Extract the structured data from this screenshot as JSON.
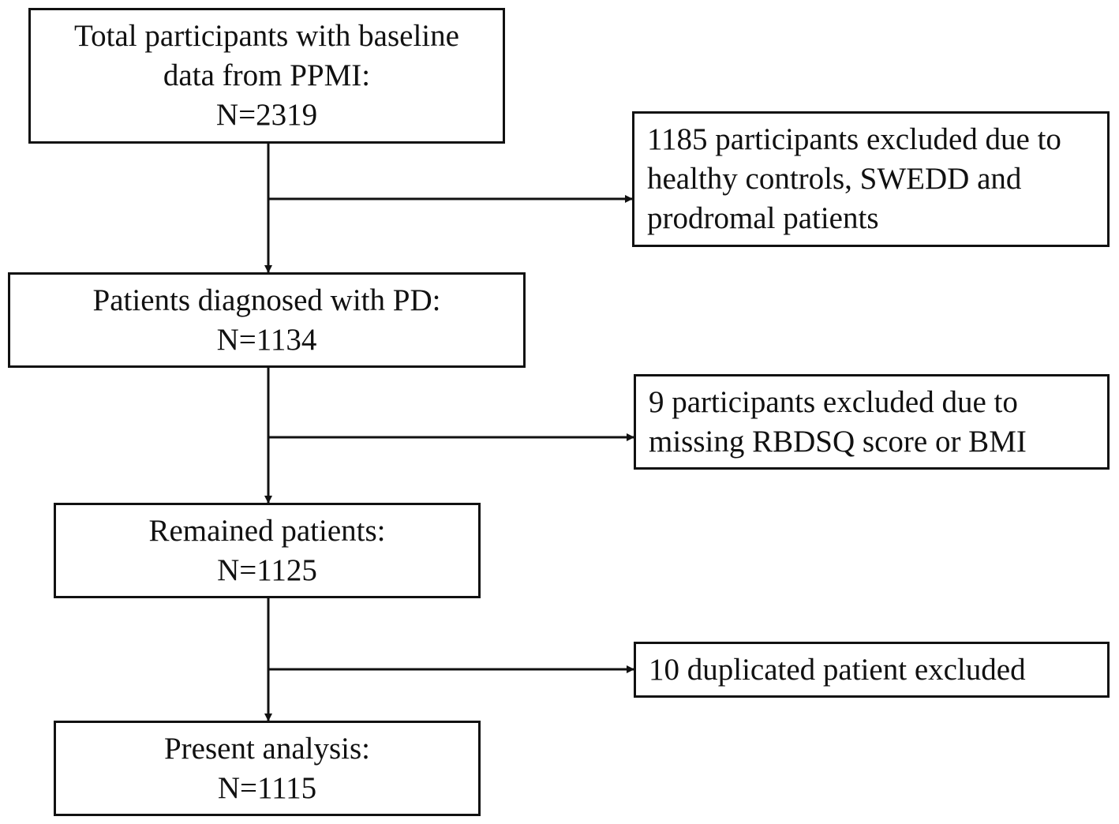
{
  "flowchart": {
    "main_steps": [
      {
        "lines": [
          "Total participants with baseline",
          "data from PPMI:",
          "N=2319"
        ]
      },
      {
        "lines": [
          "Patients diagnosed with PD:",
          "N=1134"
        ]
      },
      {
        "lines": [
          "Remained patients:",
          "N=1125"
        ]
      },
      {
        "lines": [
          "Present analysis:",
          "N=1115"
        ]
      }
    ],
    "exclusions": [
      {
        "lines": [
          "1185 participants excluded due to",
          "healthy controls, SWEDD and",
          "prodromal patients"
        ]
      },
      {
        "lines": [
          "9 participants excluded due to",
          "missing RBDSQ score or BMI"
        ]
      },
      {
        "lines": [
          "10 duplicated patient excluded"
        ]
      }
    ]
  }
}
